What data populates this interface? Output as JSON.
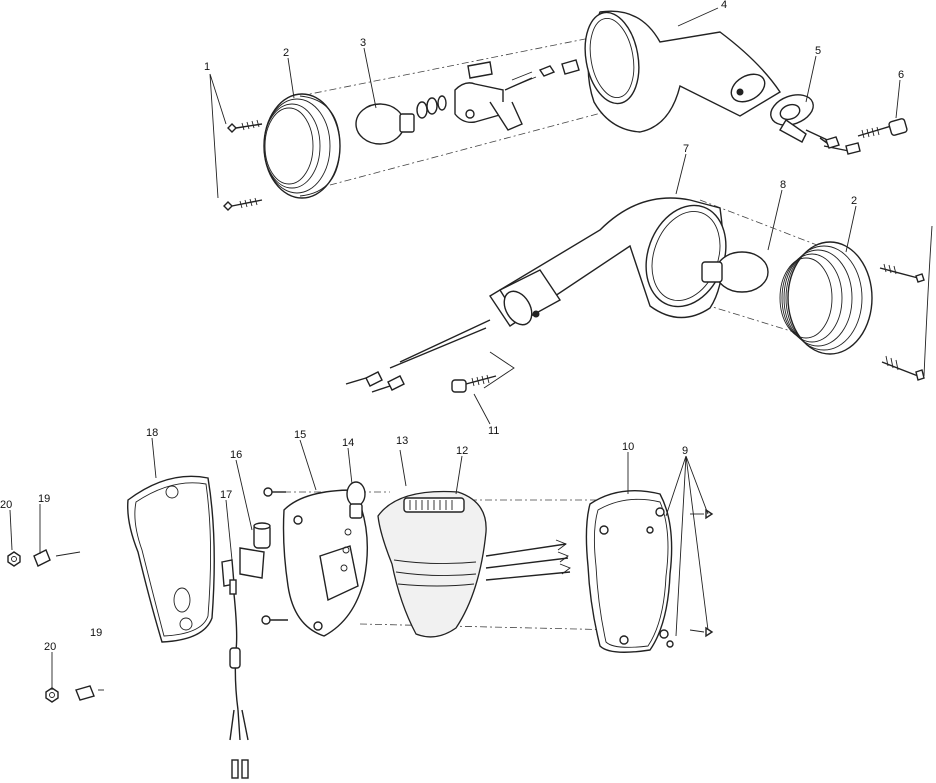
{
  "callouts": [
    {
      "id": "c1",
      "text": "1"
    },
    {
      "id": "c2",
      "text": "2"
    },
    {
      "id": "c3",
      "text": "3"
    },
    {
      "id": "c4",
      "text": "4"
    },
    {
      "id": "c5",
      "text": "5"
    },
    {
      "id": "c6",
      "text": "6"
    },
    {
      "id": "c7",
      "text": "7"
    },
    {
      "id": "c8",
      "text": "8"
    },
    {
      "id": "c2b",
      "text": "2"
    },
    {
      "id": "c11",
      "text": "11"
    },
    {
      "id": "c18",
      "text": "18"
    },
    {
      "id": "c16",
      "text": "16"
    },
    {
      "id": "c15",
      "text": "15"
    },
    {
      "id": "c14",
      "text": "14"
    },
    {
      "id": "c13",
      "text": "13"
    },
    {
      "id": "c12",
      "text": "12"
    },
    {
      "id": "c10",
      "text": "10"
    },
    {
      "id": "c9",
      "text": "9"
    },
    {
      "id": "c20a",
      "text": "20"
    },
    {
      "id": "c19a",
      "text": "19"
    },
    {
      "id": "c17",
      "text": "17"
    },
    {
      "id": "c20b",
      "text": "20"
    },
    {
      "id": "c19b",
      "text": "19"
    }
  ]
}
